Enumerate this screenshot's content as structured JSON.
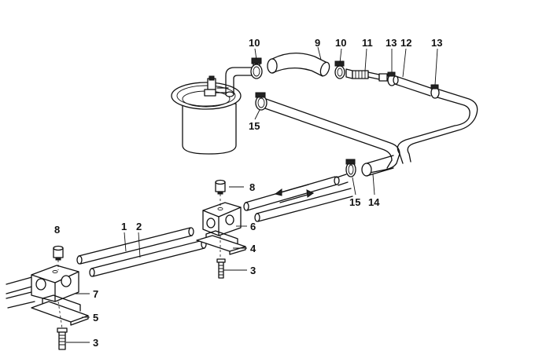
{
  "labels": {
    "p1": "1",
    "p2": "2",
    "p3a": "3",
    "p3b": "3",
    "p4": "4",
    "p5": "5",
    "p6": "6",
    "p7": "7",
    "p8a": "8",
    "p8b": "8",
    "p9": "9",
    "p10a": "10",
    "p10b": "10",
    "p11": "11",
    "p12": "12",
    "p13a": "13",
    "p13b": "13",
    "p14": "14",
    "p15a": "15",
    "p15b": "15"
  }
}
